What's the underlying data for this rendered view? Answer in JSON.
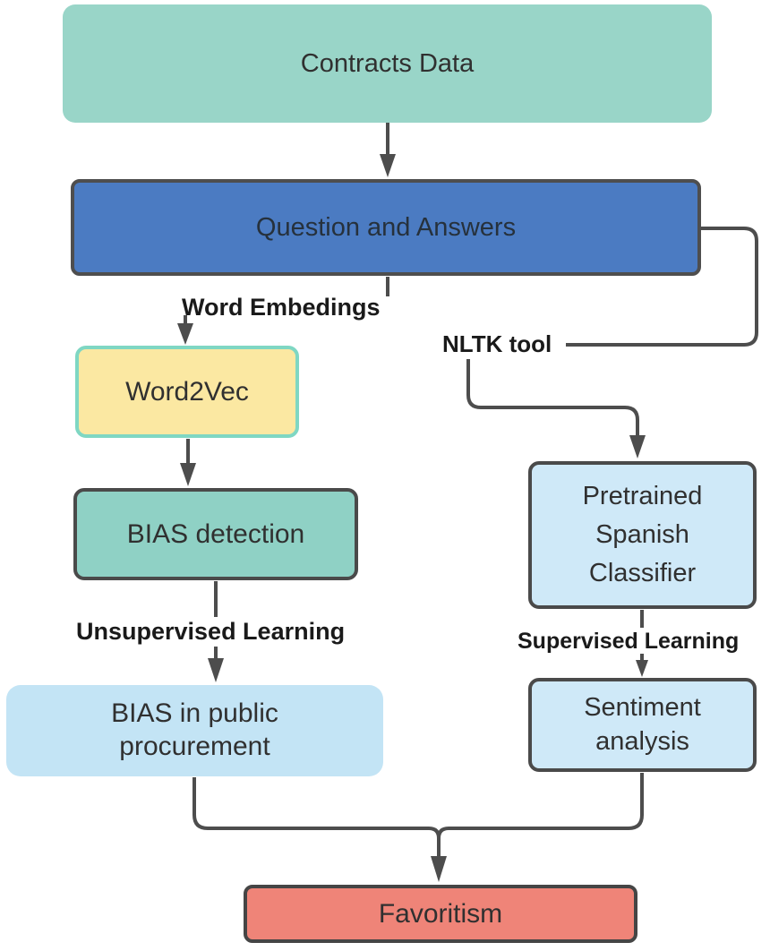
{
  "diagram": {
    "nodes": {
      "contracts_data": {
        "label": "Contracts Data",
        "fill": "#99d5c8"
      },
      "question_and_answers": {
        "label": "Question and Answers",
        "fill": "#4b7bc2",
        "border": "#4e4e4e"
      },
      "word2vec": {
        "label": "Word2Vec",
        "fill": "#fbe8a2",
        "border": "#7fd7c3"
      },
      "bias_detection": {
        "label": "BIAS detection",
        "fill": "#8fd1c5",
        "border": "#4a4a4a"
      },
      "bias_in_public_procurement": {
        "label": "BIAS in public procurement",
        "fill": "#c3e4f5"
      },
      "pretrained_spanish_classifier": {
        "label": "Pretrained Spanish Classifier",
        "fill": "#cfe9f8",
        "border": "#4a4a4a"
      },
      "sentiment_analysis": {
        "label": "Sentiment analysis",
        "fill": "#cfe9f8",
        "border": "#4a4a4a"
      },
      "favoritism": {
        "label": "Favoritism",
        "fill": "#ef8478",
        "border": "#454545"
      }
    },
    "edge_labels": {
      "word_embedings": "Word Embedings",
      "nltk_tool": "NLTK tool",
      "unsupervised_learning": "Unsupervised Learning",
      "supervised_learning": "Supervised Learning"
    },
    "connector_color": "#4d4d4d"
  }
}
